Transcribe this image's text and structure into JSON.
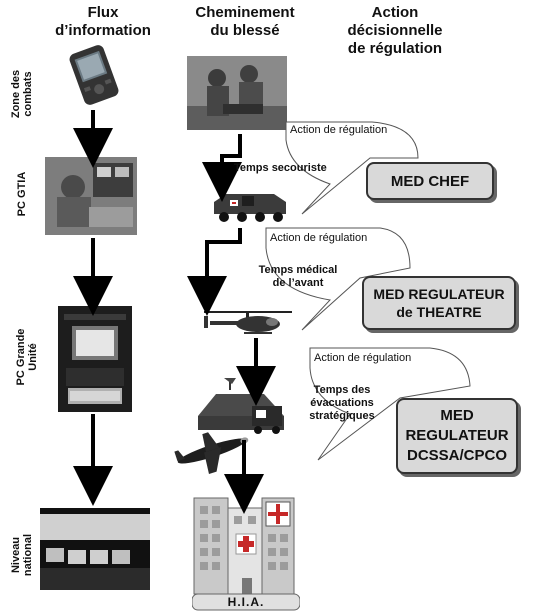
{
  "headers": {
    "flux": "Flux\nd’information",
    "cheminement": "Cheminement\ndu blessé",
    "action": "Action\ndécisionnelle\nde régulation"
  },
  "rows": {
    "zone": "Zone des\ncombats",
    "gtia": "PC GTIA",
    "grande": "PC Grande\nUnité",
    "national": "Niveau\nnational"
  },
  "actions": {
    "a1": "Action de régulation",
    "a2": "Action de régulation",
    "a3": "Action de régulation"
  },
  "times": {
    "secouriste": "Temps secouriste",
    "medical": "Temps médical\nde l’avant",
    "evacuations": "Temps des\névacuations\nstratégiques"
  },
  "boxes": {
    "med_chef": "MED CHEF",
    "med_regulateur_theatre": "MED REGULATEUR\nde THEATRE",
    "med_regulateur_dcssa": "MED\nREGULATEUR\nDCSSA/CPCO"
  },
  "hospital": "H.I.A.",
  "colors": {
    "box_fill": "#d9d9d9",
    "arrow": "#000000",
    "photo_dark": "#2a2a2a",
    "cross_red": "#c62828"
  }
}
